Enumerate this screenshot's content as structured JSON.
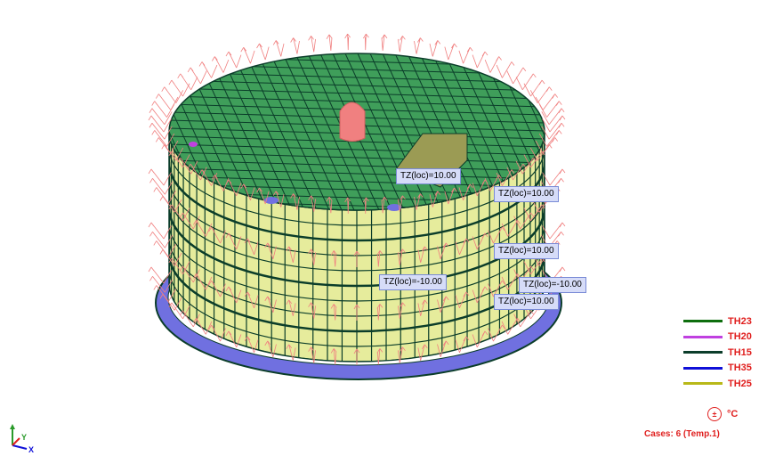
{
  "tz_labels": [
    {
      "id": "tz1",
      "text": "TZ(loc)=10.00"
    },
    {
      "id": "tz2",
      "text": "TZ(loc)=10.00"
    },
    {
      "id": "tz3",
      "text": "TZ(loc)=10.00"
    },
    {
      "id": "tz4",
      "text": "TZ(loc)=-10.00"
    },
    {
      "id": "tz5",
      "text": "TZ(loc)=-10.00"
    },
    {
      "id": "tz6",
      "text": "TZ(loc)=10.00"
    }
  ],
  "legend": [
    {
      "label": "TH23",
      "color": "#0e6e0e"
    },
    {
      "label": "TH20",
      "color": "#c040e0"
    },
    {
      "label": "TH15",
      "color": "#0b3d2a"
    },
    {
      "label": "TH35",
      "color": "#1010d8"
    },
    {
      "label": "TH25",
      "color": "#b8b818"
    }
  ],
  "units": {
    "icon": "plus-minus-icon",
    "icon_glyph": "±",
    "text": "°C"
  },
  "cases_text": "Cases: 6 (Temp.1)",
  "triad": {
    "icon": "axis-triad-icon",
    "y_label": "Y",
    "x_label": "X"
  },
  "colors": {
    "roof": "#3f9e5a",
    "wall": "#e6ec9c",
    "mesh": "#0b3d2a",
    "arrows": "#f08080",
    "flange": "#7070e0",
    "text_red": "#e0201f"
  }
}
